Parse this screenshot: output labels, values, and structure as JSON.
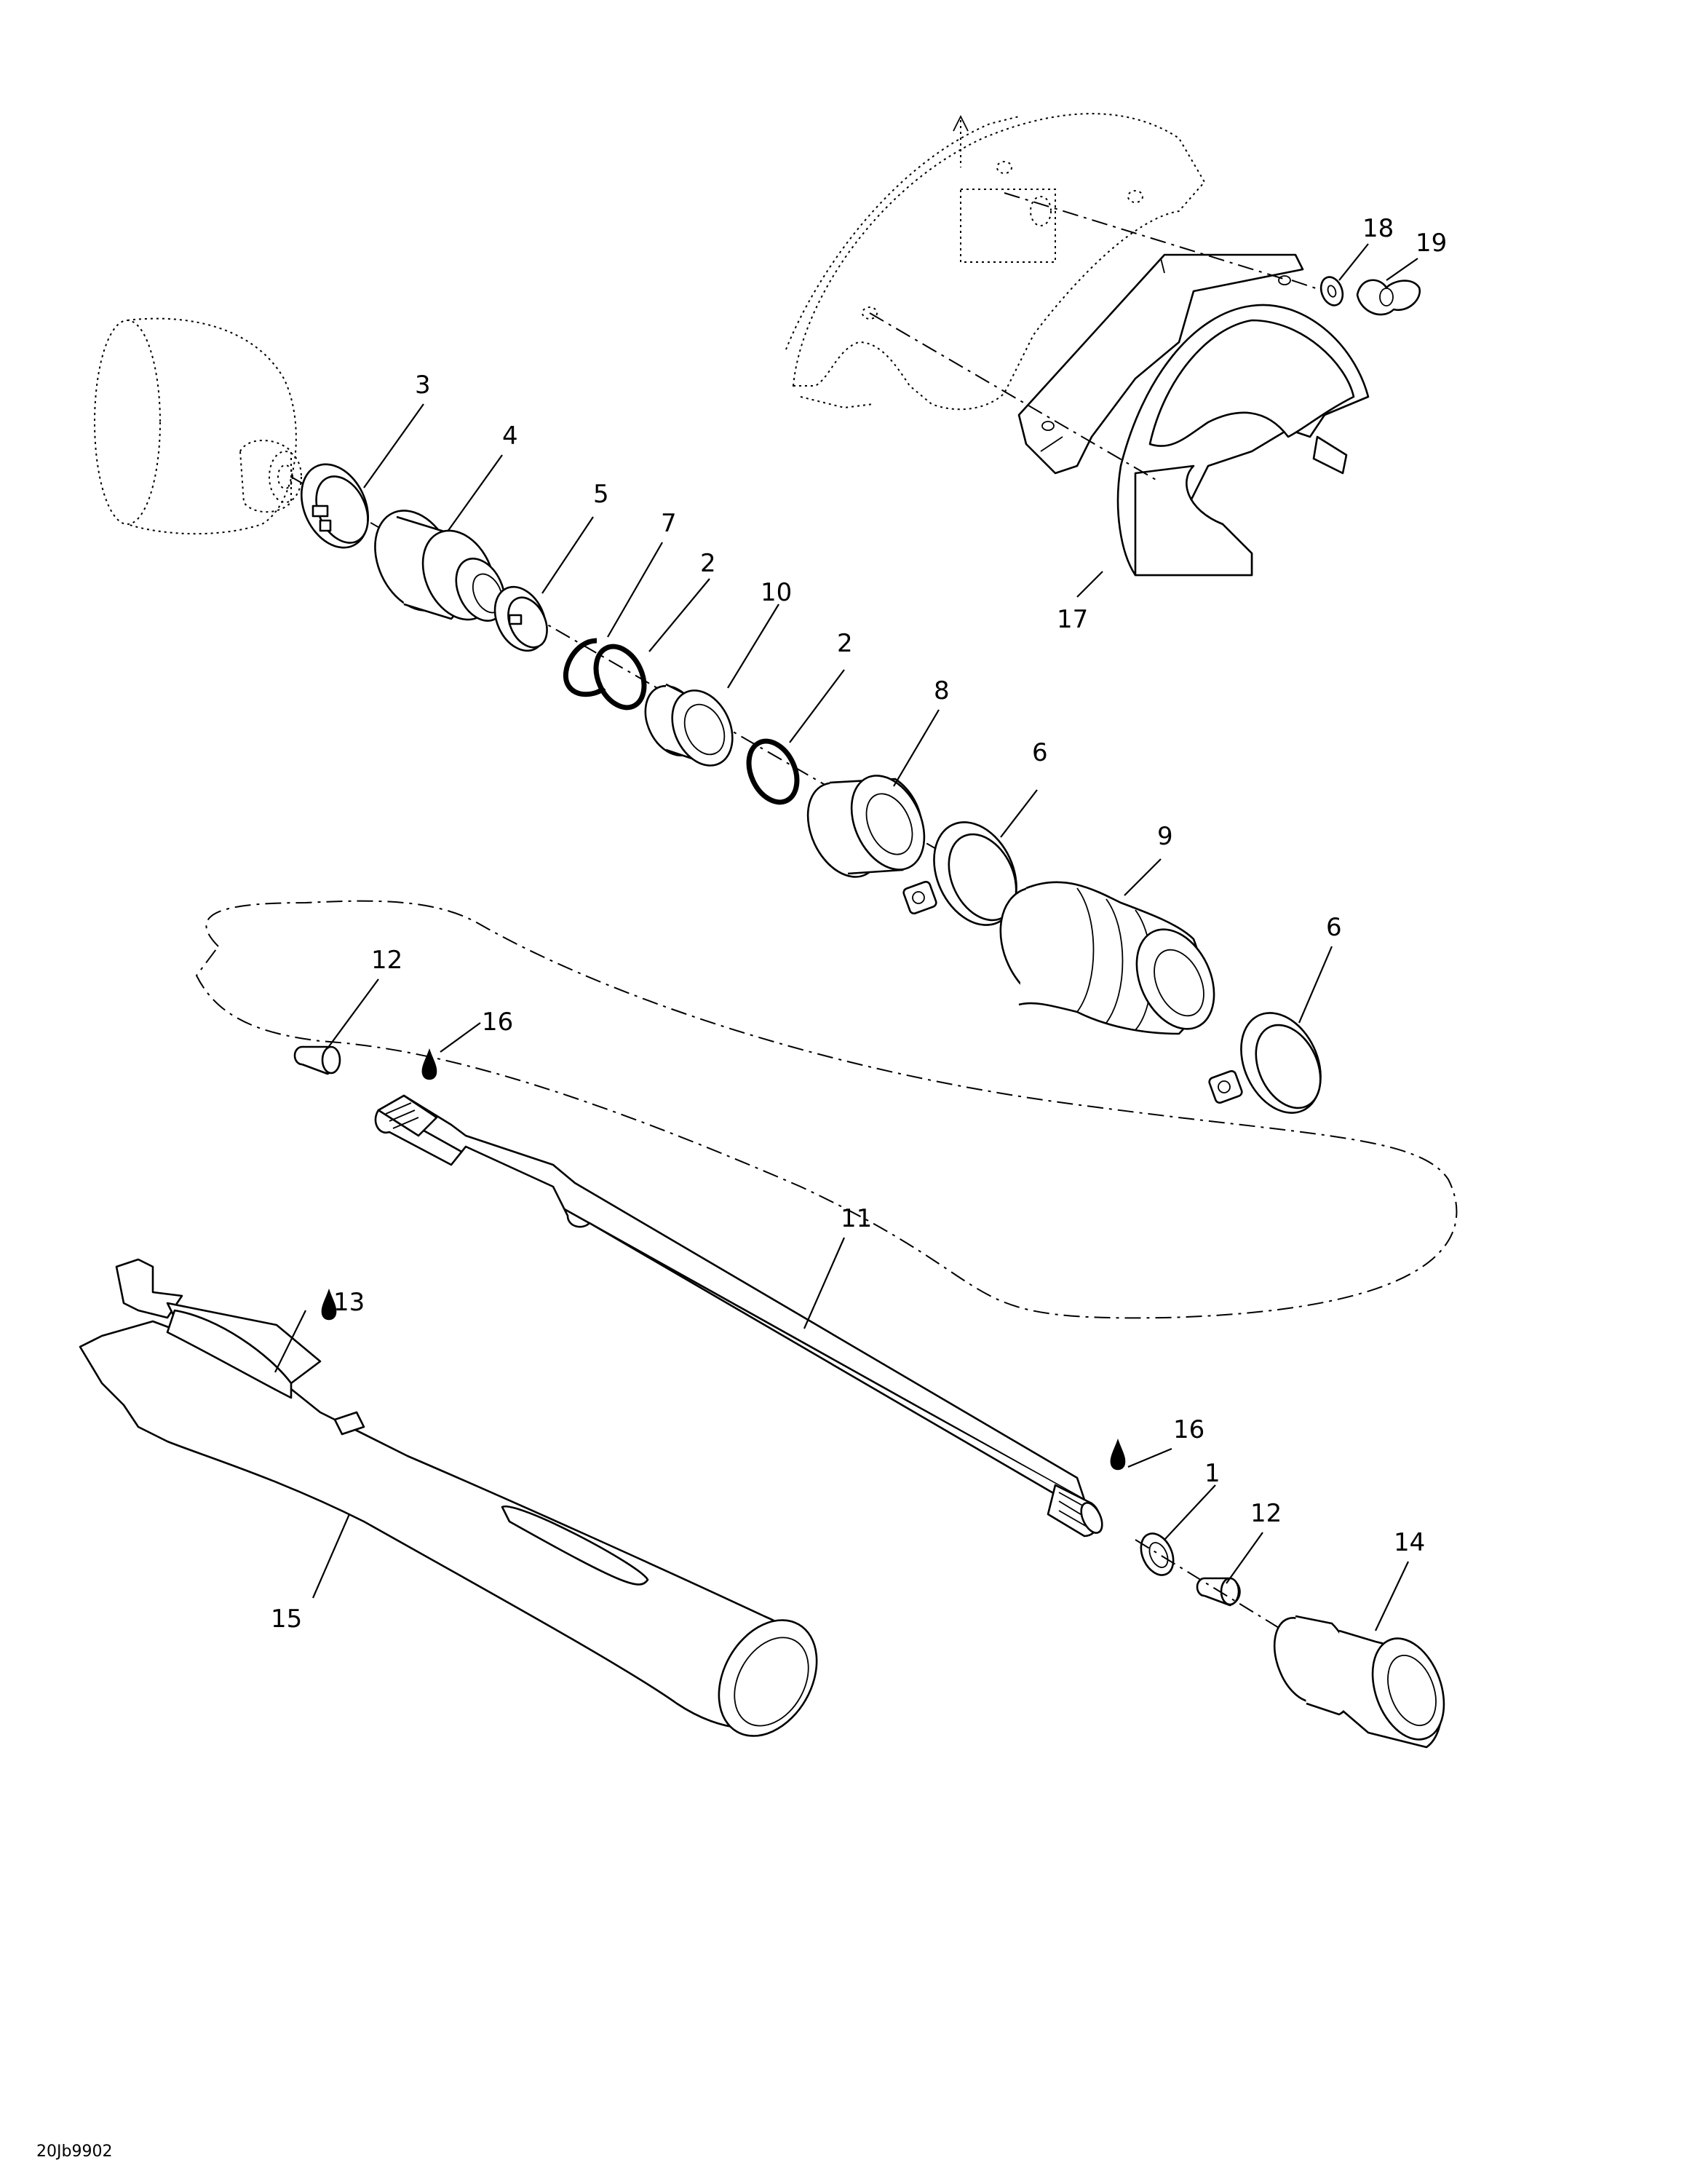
{
  "diagram_code": "20Jb9902",
  "callouts": [
    {
      "label": "1"
    },
    {
      "label": "2"
    },
    {
      "label": "2"
    },
    {
      "label": "3"
    },
    {
      "label": "4"
    },
    {
      "label": "5"
    },
    {
      "label": "6"
    },
    {
      "label": "6"
    },
    {
      "label": "7"
    },
    {
      "label": "8"
    },
    {
      "label": "9"
    },
    {
      "label": "10"
    },
    {
      "label": "11"
    },
    {
      "label": "12"
    },
    {
      "label": "12"
    },
    {
      "label": "13"
    },
    {
      "label": "14"
    },
    {
      "label": "15"
    },
    {
      "label": "16"
    },
    {
      "label": "16"
    },
    {
      "label": "17"
    },
    {
      "label": "18"
    },
    {
      "label": "19"
    }
  ],
  "icons": {
    "lubricant": "oil-drop-icon"
  }
}
